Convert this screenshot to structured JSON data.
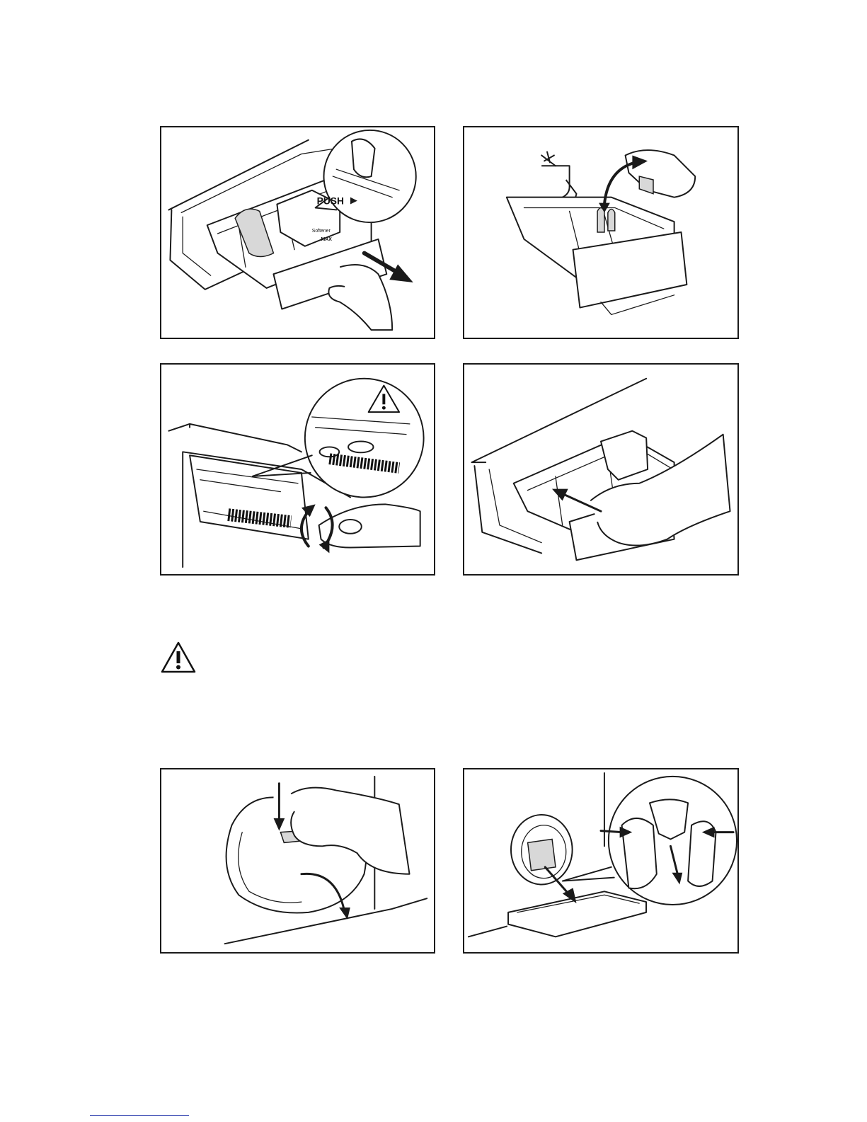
{
  "figures": {
    "drawer_removal": {
      "push_label": "PUSH"
    },
    "dispenser_labels": {
      "brand": "Softener",
      "max_mark": "MAX"
    }
  },
  "icons": {
    "warning": "warning-triangle-icon",
    "push_arrow": "right-triangle-arrow"
  },
  "colors": {
    "line": "#1a1a1a",
    "background": "#ffffff",
    "footer_rule": "#2233aa"
  }
}
